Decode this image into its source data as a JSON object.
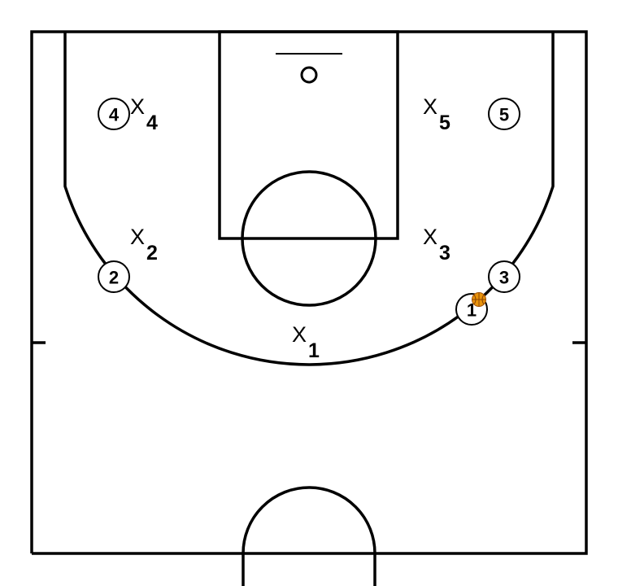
{
  "diagram": {
    "ball_color": "#e8930c",
    "offense": [
      {
        "id": "offense-player-4",
        "number": "4"
      },
      {
        "id": "offense-player-5",
        "number": "5"
      },
      {
        "id": "offense-player-2",
        "number": "2"
      },
      {
        "id": "offense-player-3",
        "number": "3"
      },
      {
        "id": "offense-player-1",
        "number": "1",
        "has_ball": true
      }
    ],
    "defense": [
      {
        "id": "defender-x4",
        "letter": "X",
        "number": "4"
      },
      {
        "id": "defender-x5",
        "letter": "X",
        "number": "5"
      },
      {
        "id": "defender-x2",
        "letter": "X",
        "number": "2"
      },
      {
        "id": "defender-x3",
        "letter": "X",
        "number": "3"
      },
      {
        "id": "defender-x1",
        "letter": "X",
        "number": "1"
      }
    ]
  }
}
